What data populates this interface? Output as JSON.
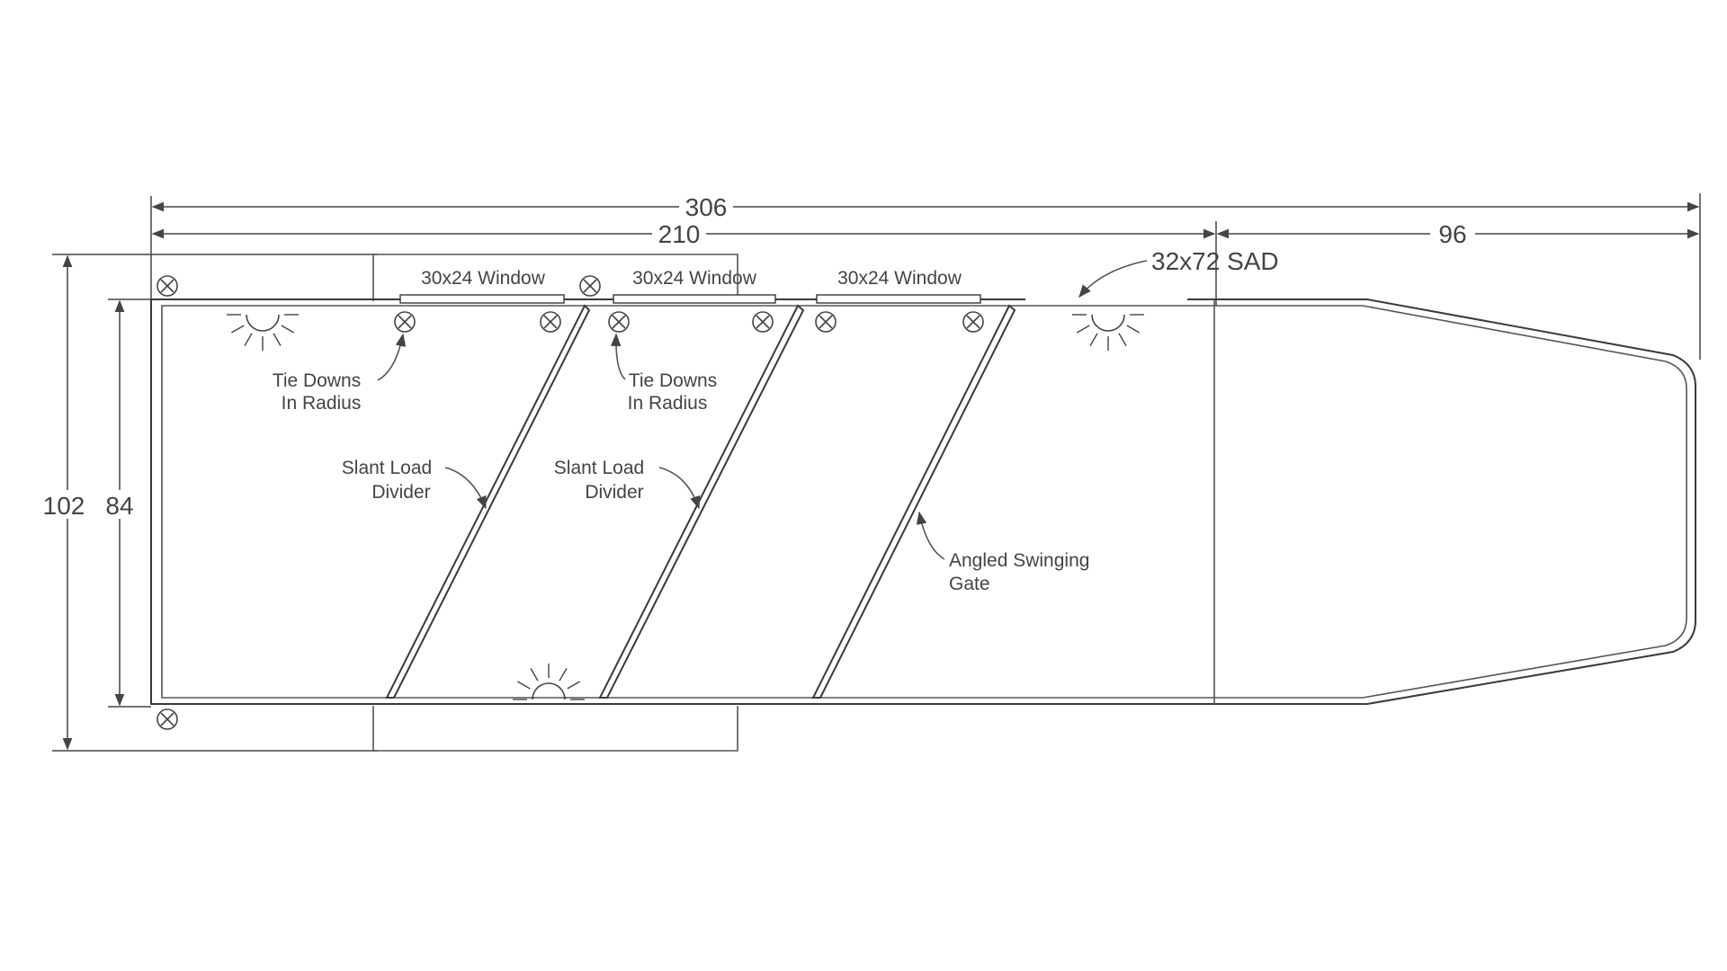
{
  "dimensions": {
    "overall_length": "306",
    "main_length": "210",
    "nose_length": "96",
    "outer_width": "102",
    "inner_width": "84"
  },
  "labels": {
    "window_1": "30x24 Window",
    "window_2": "30x24 Window",
    "window_3": "30x24 Window",
    "side_door": "32x72 SAD",
    "tie_downs_1": [
      "Tie Downs",
      "In Radius"
    ],
    "tie_downs_2": [
      "Tie Downs",
      "In Radius"
    ],
    "divider_1": [
      "Slant Load",
      "Divider"
    ],
    "divider_2": [
      "Slant Load",
      "Divider"
    ],
    "gate": [
      "Angled Swinging",
      "Gate"
    ]
  },
  "icons": {
    "tie_down": "circle-x-icon",
    "light": "dome-light-icon"
  }
}
